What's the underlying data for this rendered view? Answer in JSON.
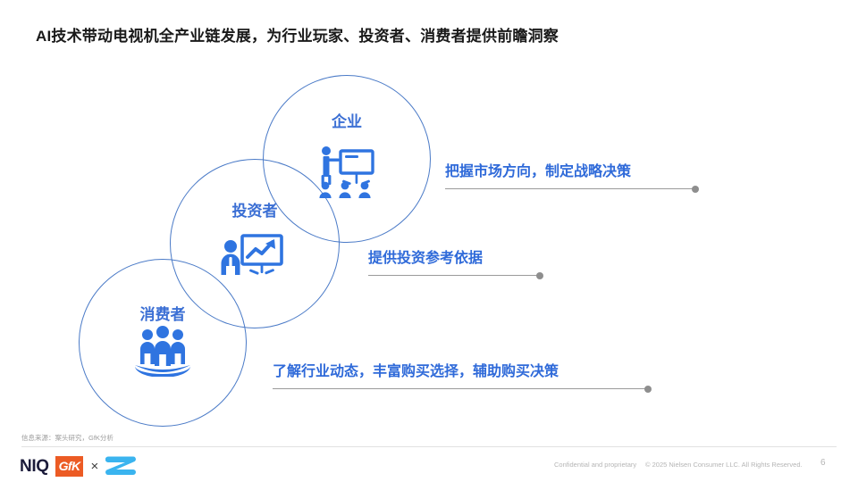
{
  "slide": {
    "title": "AI技术带动电视机全产业链发展，为行业玩家、投资者、消费者提供前瞻洞察"
  },
  "venn": {
    "circles": [
      {
        "id": "enterprise",
        "label": "企业",
        "icon": "presentation-audience-icon"
      },
      {
        "id": "investor",
        "label": "投资者",
        "icon": "analyst-chart-board-icon"
      },
      {
        "id": "consumer",
        "label": "消费者",
        "icon": "people-group-icon"
      }
    ]
  },
  "callouts": [
    {
      "id": "enterprise-benefit",
      "text": "把握市场方向，制定战略决策"
    },
    {
      "id": "investor-benefit",
      "text": "提供投资参考依据"
    },
    {
      "id": "consumer-benefit",
      "text": "了解行业动态，丰富购买选择，辅助购买决策"
    }
  ],
  "footer": {
    "source": "信息来源：案头研究，GfK分析",
    "logo_niq": "NIQ",
    "logo_gfk": "GfK",
    "logo_separator": "×",
    "confidential": "Confidential and proprietary",
    "copyright": "© 2025 Nielsen Consumer LLC. All Rights Reserved.",
    "page_number": "6"
  },
  "colors": {
    "circle_stroke": "#4a7ac7",
    "label_blue": "#3b6fd4",
    "callout_blue": "#2f6ad9",
    "icon_blue": "#2f74e0",
    "gfk_orange": "#ec5b24",
    "niq_navy": "#1b1b3a",
    "z_blue": "#3ab4ef",
    "rule_gray": "#9a9a9a"
  }
}
